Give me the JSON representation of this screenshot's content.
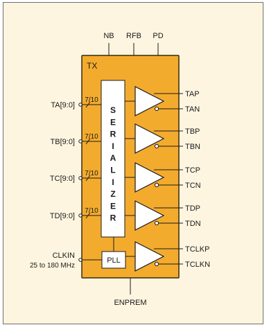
{
  "colors": {
    "background": "#fdf5e0",
    "chip_fill": "#f3ab2e",
    "chip_border": "#3a2a0a",
    "serializer_fill": "#ffffff",
    "driver_fill": "#ffffff",
    "wire": "#1a1a1a"
  },
  "chip": {
    "title": "TX",
    "top_pins": [
      "NB",
      "RFB",
      "PD"
    ],
    "bottom_pin": "ENPREM"
  },
  "serializer": {
    "letters": [
      "S",
      "E",
      "R",
      "I",
      "A",
      "L",
      "I",
      "Z",
      "E",
      "R"
    ]
  },
  "pll": {
    "label": "PLL"
  },
  "inputs": [
    {
      "label": "TA[9:0]",
      "width": "7/10"
    },
    {
      "label": "TB[9:0]",
      "width": "7/10"
    },
    {
      "label": "TC[9:0]",
      "width": "7/10"
    },
    {
      "label": "TD[9:0]",
      "width": "7/10"
    }
  ],
  "clock_input": {
    "label": "CLKIN",
    "range": "25 to 180 MHz"
  },
  "drivers": [
    {
      "pos": "TAP",
      "neg": "TAN"
    },
    {
      "pos": "TBP",
      "neg": "TBN"
    },
    {
      "pos": "TCP",
      "neg": "TCN"
    },
    {
      "pos": "TDP",
      "neg": "TDN"
    },
    {
      "pos": "TCLKP",
      "neg": "TCLKN"
    }
  ]
}
